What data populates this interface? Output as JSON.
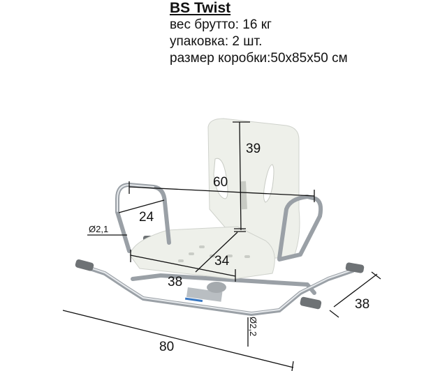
{
  "product": {
    "title": "BS Twist",
    "lines": [
      "вес брутто: 16 кг",
      "упаковка: 2 шт.",
      "размер коробки:50x85x50 см"
    ]
  },
  "dimensions": {
    "backrest_height": "39",
    "width_armrests": "60",
    "armrest_depth": "24",
    "armrest_tube_diameter": "Ø2,1",
    "seat_depth": "34",
    "seat_width": "38",
    "frame_depth": "38",
    "overall_length": "80",
    "frame_tube_diameter": "Ø2,2"
  },
  "colors": {
    "seat": "#eef0ea",
    "tube": "#9aa0a6",
    "grip": "#6e7275"
  }
}
